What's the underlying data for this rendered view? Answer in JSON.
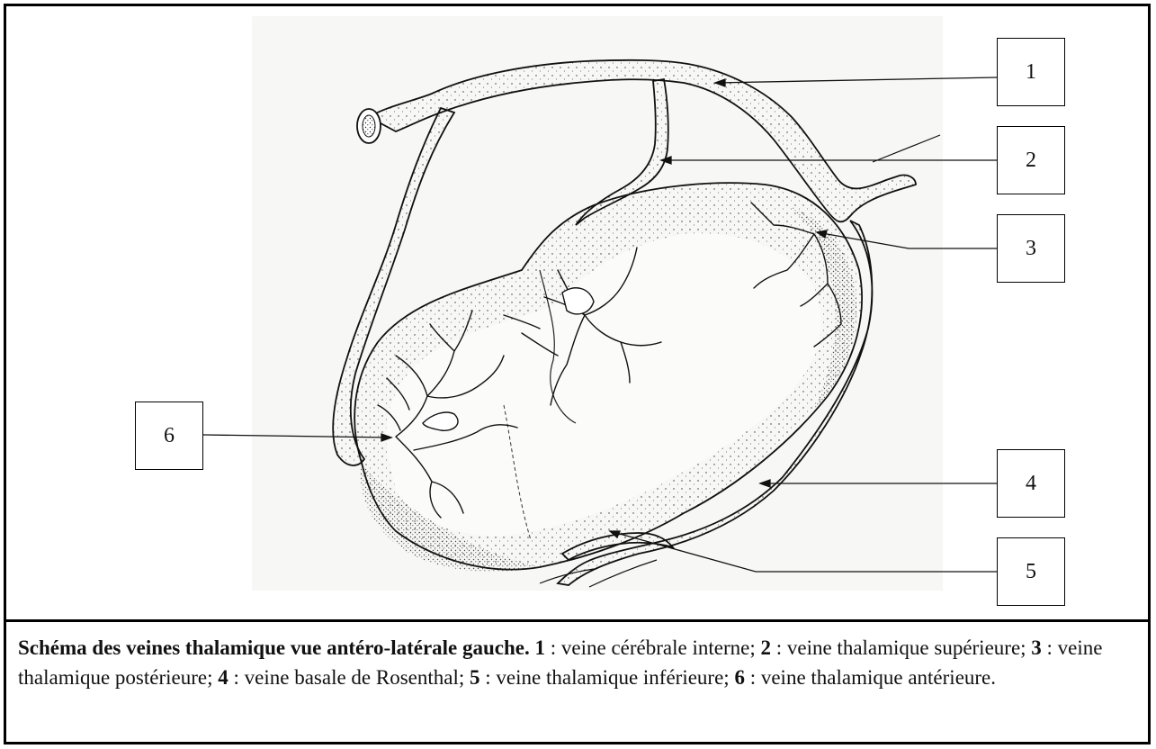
{
  "labels": [
    "1",
    "2",
    "3",
    "4",
    "5",
    "6"
  ],
  "caption": {
    "title": "Schéma des veines thalamique vue antéro-latérale gauche.",
    "items": [
      {
        "num": "1",
        "text": " : veine cérébrale interne;"
      },
      {
        "num": "2",
        "text": " : veine thalamique supérieure;"
      },
      {
        "num": "3",
        "text": " : veine thalamique postérieure;"
      },
      {
        "num": "4",
        "text": " : veine basale de Rosenthal;"
      },
      {
        "num": "5",
        "text": " : veine thalamique inférieure;"
      },
      {
        "num": "6",
        "text": " : veine thalamique antérieure."
      }
    ]
  }
}
